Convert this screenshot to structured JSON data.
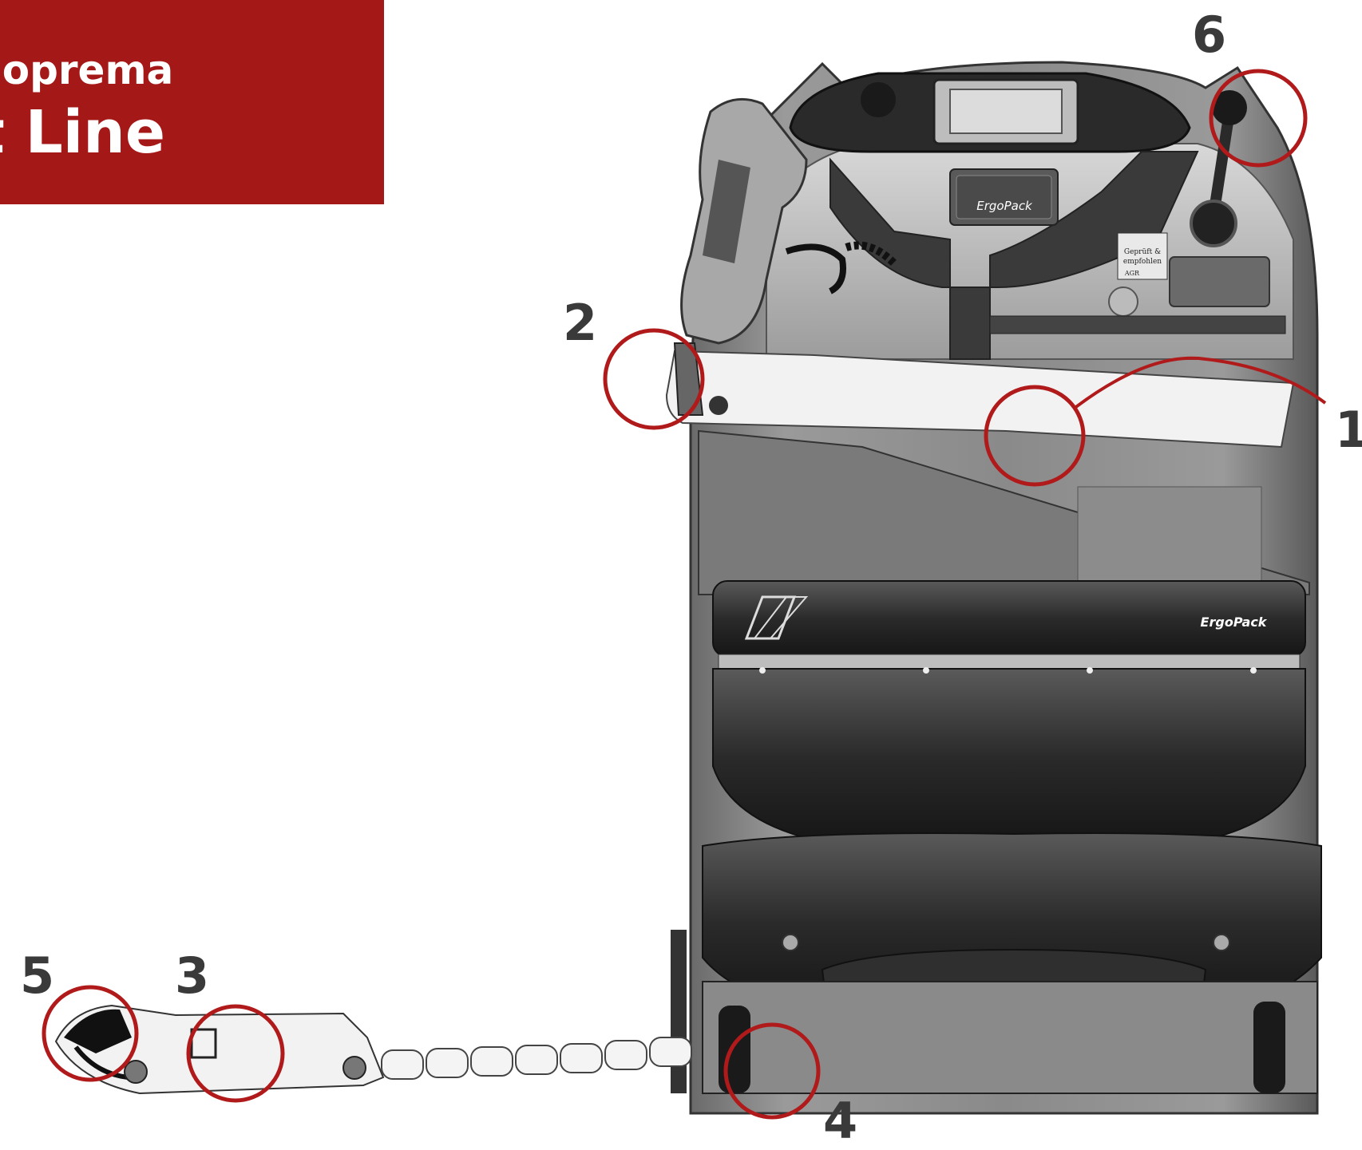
{
  "title": {
    "line1": "na oprema",
    "line2": "rt Line"
  },
  "callouts": [
    {
      "id": "1",
      "label": "1"
    },
    {
      "id": "2",
      "label": "2"
    },
    {
      "id": "3",
      "label": "3"
    },
    {
      "id": "4",
      "label": "4"
    },
    {
      "id": "5",
      "label": "5"
    },
    {
      "id": "6",
      "label": "6"
    }
  ],
  "machine": {
    "brand_label_top": "ErgoPack",
    "brand_label_bottom": "ErgoPack",
    "cert_line1": "Geprüft &",
    "cert_line2": "empfohlen",
    "cert_line3": "AGR"
  },
  "colors": {
    "accent": "#a51818",
    "callout_circle": "#b01a1a",
    "callout_text": "#3a3a3a"
  }
}
